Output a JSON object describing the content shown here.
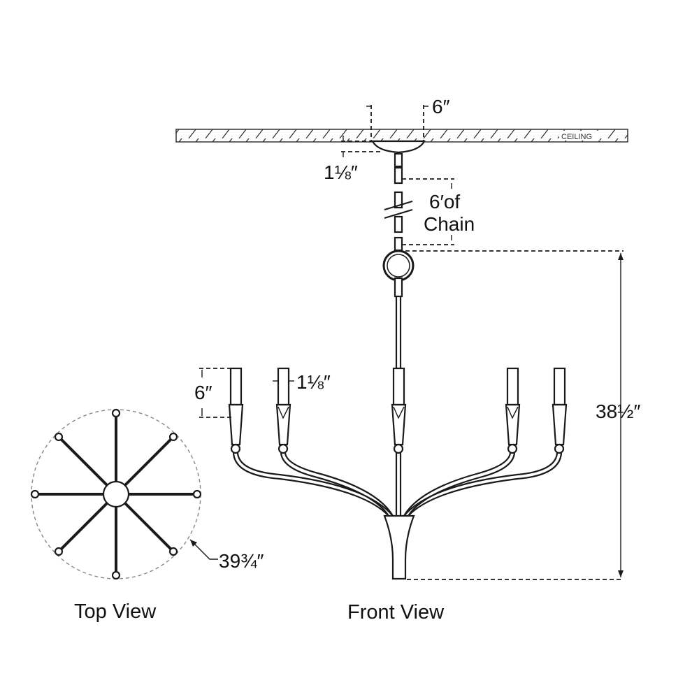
{
  "ceiling_label": "CEILING",
  "dimensions": {
    "canopy_width": "6″",
    "canopy_height": "1⅛″",
    "chain_length_line1": "6′of",
    "chain_length_line2": "Chain",
    "overall_height": "38½″",
    "candle_height": "6″",
    "candle_width": "1⅛″",
    "diameter": "39¾″"
  },
  "views": {
    "top": "Top View",
    "front": "Front View"
  }
}
